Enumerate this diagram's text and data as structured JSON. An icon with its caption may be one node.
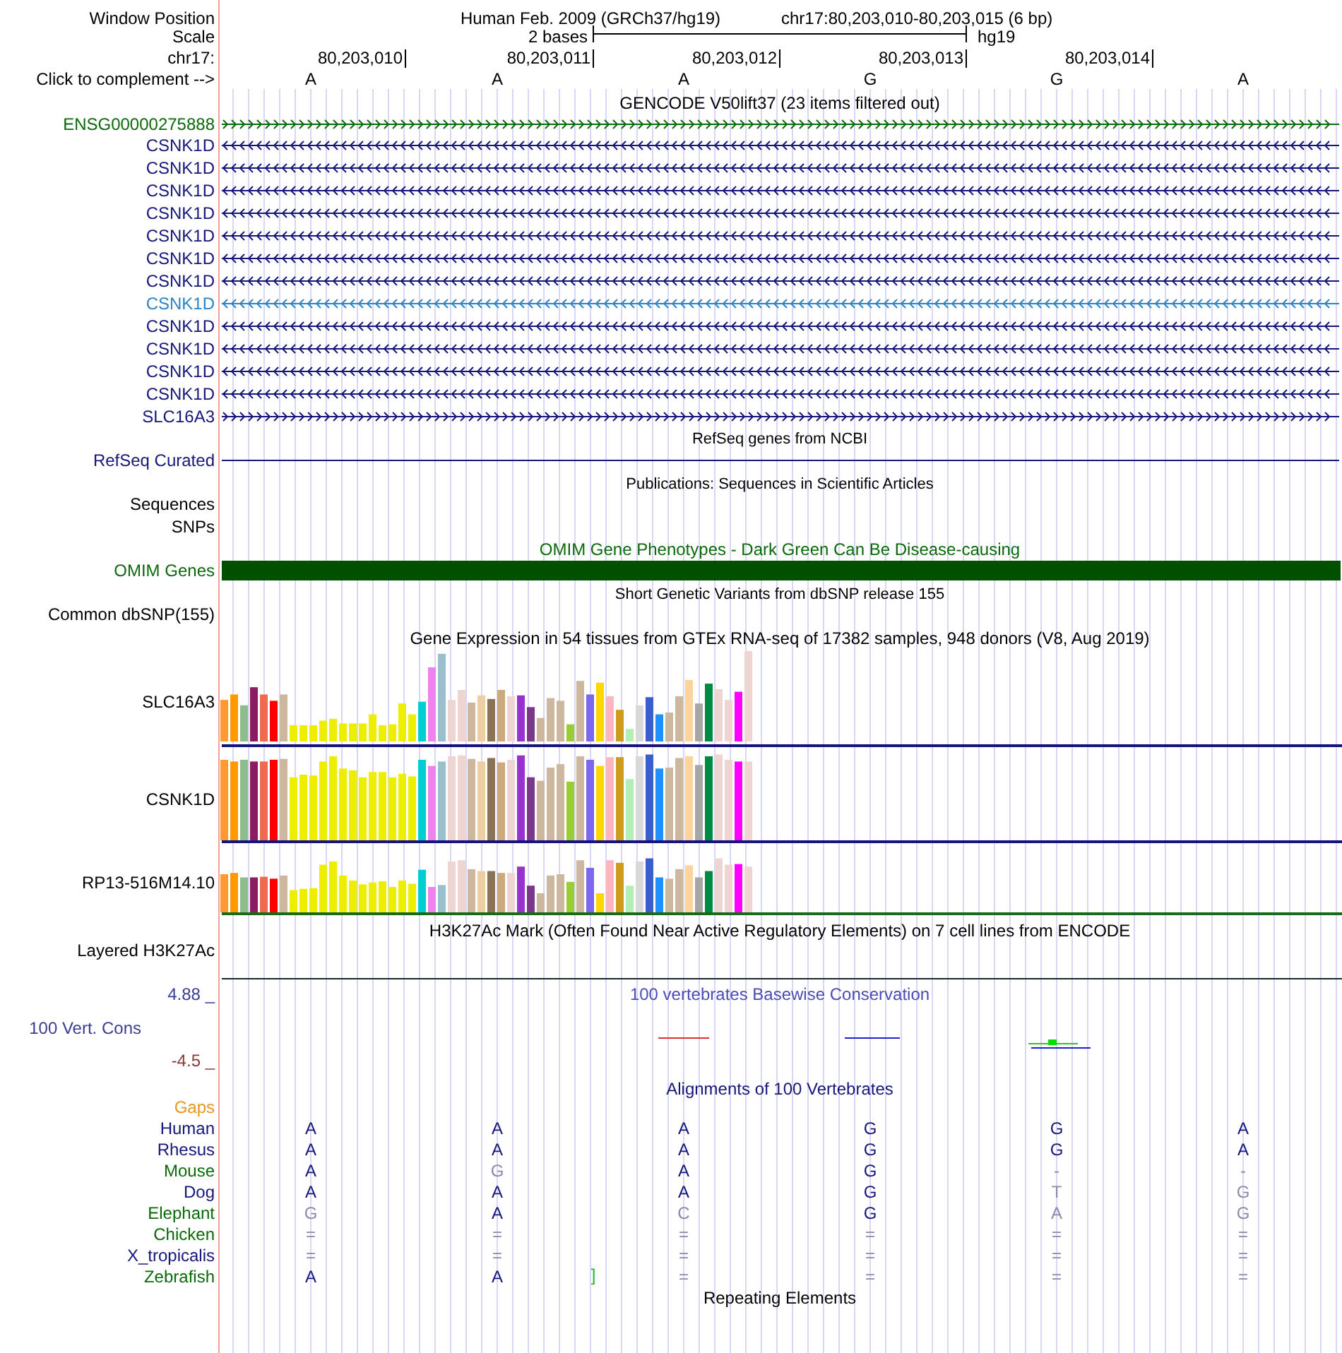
{
  "diagram": {
    "labels": [
      "Window Position",
      "Human Feb. 2009 (GRCh37/hg19)",
      "chr17:80,203,010-80,203,015 (6 bp)",
      "Scale",
      "2 bases",
      "hg19",
      "chr17:",
      "80,203,010",
      "80,203,011",
      "80,203,012",
      "80,203,013",
      "80,203,014",
      "Click to complement -->",
      "A",
      "A",
      "A",
      "G",
      "G",
      "A",
      "GENCODE V50lift37 (23 items filtered out)",
      "ENSG00000275888",
      "CSNK1D",
      "CSNK1D",
      "CSNK1D",
      "CSNK1D",
      "CSNK1D",
      "CSNK1D",
      "CSNK1D",
      "CSNK1D",
      "CSNK1D",
      "CSNK1D",
      "CSNK1D",
      "CSNK1D",
      "SLC16A3",
      "RefSeq genes from NCBI",
      "RefSeq Curated",
      "Publications: Sequences in Scientific Articles",
      "Sequences",
      "SNPs",
      "OMIM Gene Phenotypes - Dark Green Can Be Disease-causing",
      "OMIM Genes",
      "Short Genetic Variants from dbSNP release 155",
      "Common dbSNP(155)",
      "Gene Expression in 54 tissues from GTEx RNA-seq of 17382 samples, 948 donors (V8, Aug 2019)",
      "SLC16A3",
      "CSNK1D",
      "RP13-516M14.10",
      "H3K27Ac Mark (Often Found Near Active Regulatory Elements) on 7 cell lines from ENCODE",
      "Layered H3K27Ac",
      "4.88 _",
      "100 vertebrates Basewise Conservation",
      "100 Vert. Cons",
      "-4.5 _",
      "Alignments of 100 Vertebrates",
      "Gaps",
      "Human",
      "A",
      "A",
      "A",
      "G",
      "G",
      "A",
      "Rhesus",
      "A",
      "A",
      "A",
      "G",
      "G",
      "A",
      "Mouse",
      "A",
      "G",
      "A",
      "G",
      "-",
      "-",
      "Dog",
      "A",
      "A",
      "A",
      "G",
      "T",
      "G",
      "Elephant",
      "G",
      "A",
      "C",
      "G",
      "A",
      "G",
      "Chicken",
      "=",
      "=",
      "=",
      "=",
      "=",
      "=",
      "X_tropicalis",
      "=",
      "=",
      "=",
      "=",
      "=",
      "=",
      "Zebrafish",
      "A",
      "A",
      "]",
      "=",
      "=",
      "=",
      "=",
      "Repeating Elements"
    ]
  }
}
